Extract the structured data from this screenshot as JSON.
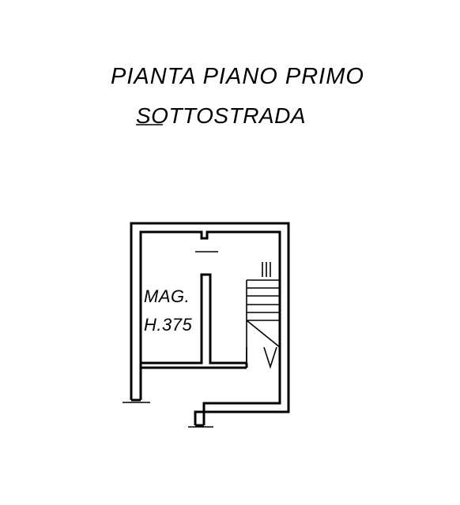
{
  "title": {
    "line1": "PIANTA PIANO PRIMO",
    "line2": "SOTTOSTRADA"
  },
  "room": {
    "name": "MAG.",
    "height": "H.375"
  },
  "colors": {
    "ink": "#000000",
    "paper": "#ffffff"
  }
}
